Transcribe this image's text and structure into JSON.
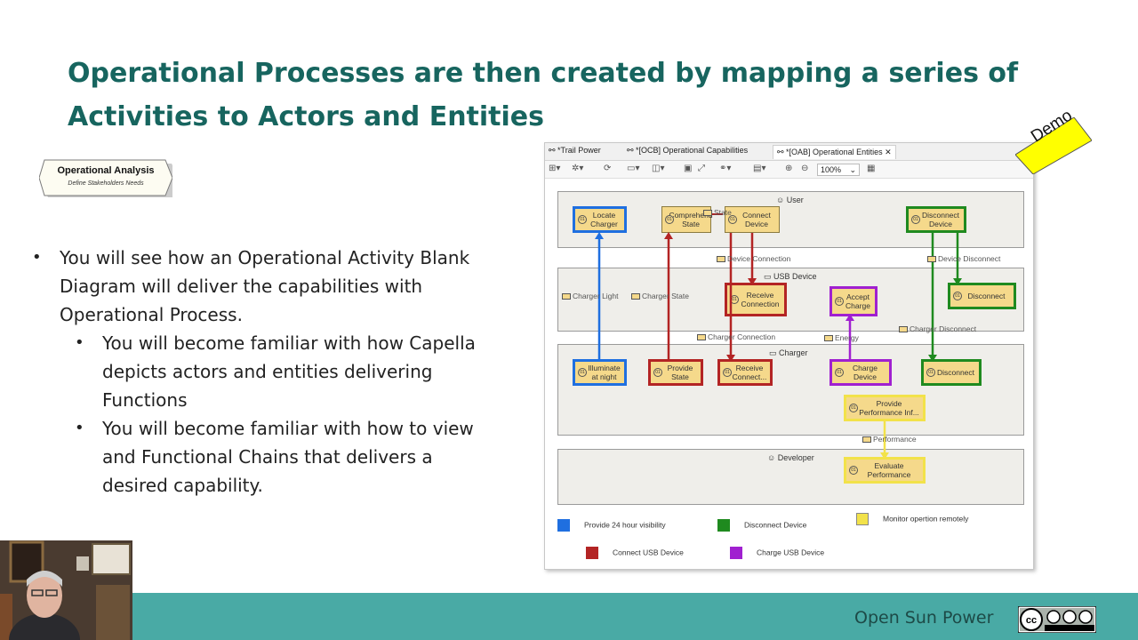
{
  "title": "Operational Processes are then created by mapping a series of Activities to Actors and Entities",
  "badge": {
    "title": "Operational Analysis",
    "subtitle": "Define Stakeholders Needs"
  },
  "bullets": [
    {
      "level": 1,
      "text": "You will see how an Operational Activity Blank Diagram will deliver the capabilities with Operational Process."
    },
    {
      "level": 2,
      "text": "You will become familiar with how Capella depicts actors and entities delivering Functions"
    },
    {
      "level": 2,
      "text": "You will become familiar with how to view and Functional Chains that delivers a desired capability."
    }
  ],
  "demo_label": "Demo",
  "footer": {
    "brand": "Open Sun Power",
    "license": "cc by nc nd"
  },
  "screenshot": {
    "tabs": [
      "*Trail Power",
      "*[OCB] Operational Capabilities",
      "*[OAB] Operational Entities"
    ],
    "zoom": "100%",
    "lanes": {
      "user": "User",
      "usb": "USB Device",
      "charger": "Charger",
      "developer": "Developer"
    },
    "activities": {
      "locate_charger": "Locate Charger",
      "comprehend_state": "Comprehend State",
      "connect_device": "Connect Device",
      "disconnect_device": "Disconnect Device",
      "receive_connection": "Receive Connection",
      "accept_charge": "Accept Charge",
      "disconnect_usb": "Disconnect",
      "illuminate": "Illuminate at night",
      "provide_state": "Provide State",
      "receive_connect": "Receive Connect...",
      "charge_device": "Charge Device",
      "disconnect_charger": "Disconnect",
      "provide_perf": "Provide Performance Inf...",
      "evaluate_perf": "Evaluate Performance"
    },
    "flows": {
      "state": "State",
      "device_connection": "Device Connection",
      "device_disconnect": "Device Disconnect",
      "charger_light": "Charger Light",
      "charger_state": "Charger State",
      "charger_connection": "Charger Connection",
      "energy": "Energy",
      "charger_disconnect": "Charger Disconnect",
      "performance": "Performance"
    },
    "legend": {
      "blue": "Provide 24 hour visibility",
      "green": "Disconnect Device",
      "yellow": "Monitor opertion remotely",
      "red": "Connect USB Device",
      "purple": "Charge USB Device"
    },
    "colors": {
      "blue": "#1f6fe0",
      "red": "#b32424",
      "green": "#1f8a1f",
      "purple": "#a020d0",
      "yellow": "#f2e24a"
    }
  }
}
